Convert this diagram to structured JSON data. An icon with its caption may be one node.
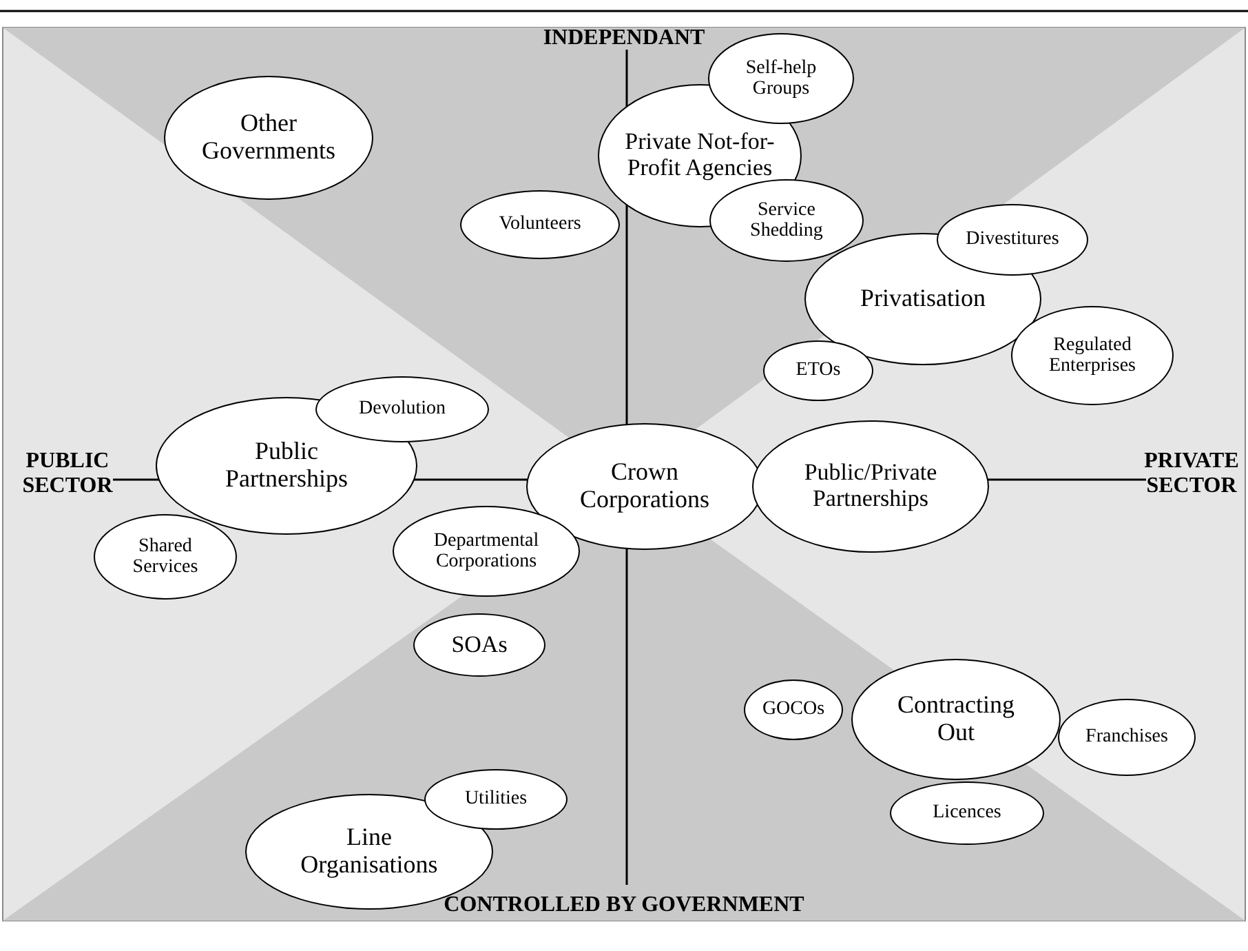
{
  "diagram": {
    "nodes": [
      {
        "text": [
          "Other Governments"
        ]
      },
      {
        "text": [
          "Self-help Groups"
        ]
      },
      {
        "text": [
          "Private Not-for-Profit Agencies"
        ]
      },
      {
        "text": [
          "Volunteers"
        ]
      },
      {
        "text": [
          "Service Shedding"
        ]
      },
      {
        "text": [
          "Divestitures"
        ]
      },
      {
        "text": [
          "Privatisation"
        ]
      },
      {
        "text": [
          "Regulated Enterprises"
        ]
      },
      {
        "text": [
          "ETOs"
        ]
      },
      {
        "text": [
          "Devolution"
        ]
      },
      {
        "text": [
          "Public Partnerships"
        ]
      },
      {
        "text": [
          "Crown Corporations"
        ]
      },
      {
        "text": [
          "Public/Private Partnerships"
        ]
      },
      {
        "text": [
          "Shared Services"
        ]
      },
      {
        "text": [
          "Departmental Corporations"
        ]
      },
      {
        "text": [
          "SOAs"
        ]
      },
      {
        "text": [
          "Contracting Out"
        ]
      },
      {
        "text": [
          "GOCOs"
        ]
      },
      {
        "text": [
          "Franchises"
        ]
      },
      {
        "text": [
          "Licences"
        ]
      },
      {
        "text": [
          "Utilities"
        ]
      },
      {
        "text": [
          "Line Organisations"
        ]
      }
    ],
    "labels": [
      "INDEPENDANT",
      "PUBLIC SECTOR",
      "PRIVATE SECTOR",
      "CONTROLLED BY GOVERNMENT"
    ]
  }
}
